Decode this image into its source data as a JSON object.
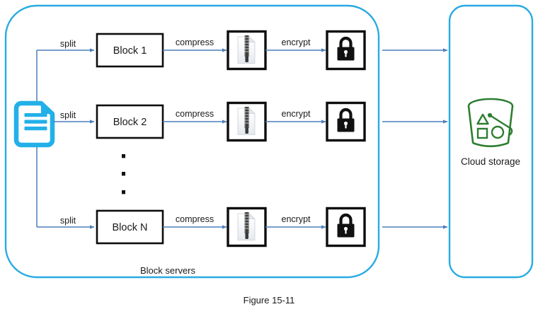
{
  "figure": {
    "caption": "Figure 15-11",
    "background_color": "#ffffff"
  },
  "colors": {
    "container_border": "#29ABE2",
    "arrow": "#4A7EBB",
    "box_border": "#0d0d0d",
    "box_fill": "#ffffff",
    "doc_icon": "#22B0E8",
    "bucket_icon": "#2E7D32",
    "text": "#1a1a1a"
  },
  "groups": [
    {
      "id": "block-servers",
      "label": "Block servers",
      "label_position": "bottom-center"
    },
    {
      "id": "cloud-storage",
      "label": "Cloud storage",
      "label_position": "center"
    }
  ],
  "source": {
    "icon": "document-icon",
    "label": ""
  },
  "rows": [
    {
      "split_label": "split",
      "block_label": "Block 1",
      "compress_label": "compress",
      "compress_icon": "compressed-file-icon",
      "encrypt_label": "encrypt",
      "encrypt_icon": "lock-icon",
      "upload_arrow": "to-cloud-storage"
    },
    {
      "split_label": "split",
      "block_label": "Block 2",
      "compress_label": "compress",
      "compress_icon": "compressed-file-icon",
      "encrypt_label": "encrypt",
      "encrypt_icon": "lock-icon",
      "upload_arrow": "to-cloud-storage"
    },
    {
      "split_label": "split",
      "block_label": "Block N",
      "compress_label": "compress",
      "compress_icon": "compressed-file-icon",
      "encrypt_label": "encrypt",
      "encrypt_icon": "lock-icon",
      "upload_arrow": "to-cloud-storage"
    }
  ],
  "ellipsis": {
    "symbol": "vertical-dots",
    "count": 3
  },
  "cloud_storage": {
    "icon": "storage-bucket-icon",
    "label": "Cloud storage"
  }
}
